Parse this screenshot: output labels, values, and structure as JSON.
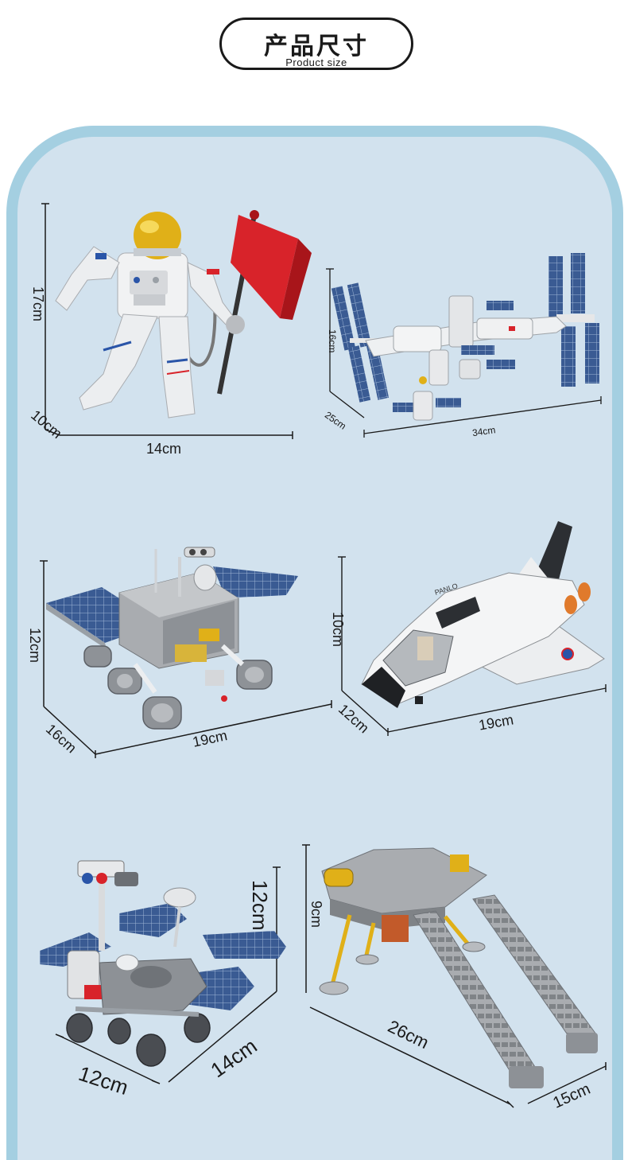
{
  "header": {
    "title": "产品尺寸",
    "subtitle": "Product size"
  },
  "colors": {
    "panel_fill": "#d2e2ee",
    "panel_border": "#a4cfe1",
    "solar_blue": "#3a5b93",
    "flag_red": "#d8232a",
    "helmet_gold": "#e0b018"
  },
  "products": [
    {
      "name": "astronaut",
      "height": "17cm",
      "depth": "10cm",
      "width": "14cm"
    },
    {
      "name": "space-station",
      "height": "16cm",
      "depth": "25cm",
      "width": "34cm"
    },
    {
      "name": "lunar-rover",
      "height": "12cm",
      "depth": "16cm",
      "width": "19cm"
    },
    {
      "name": "space-shuttle",
      "height": "10cm",
      "depth": "12cm",
      "width": "19cm"
    },
    {
      "name": "mars-rover",
      "height": "12cm",
      "depth": "12cm",
      "width": "14cm"
    },
    {
      "name": "lunar-lander",
      "height": "9cm",
      "depth": "15cm",
      "width": "26cm"
    }
  ]
}
